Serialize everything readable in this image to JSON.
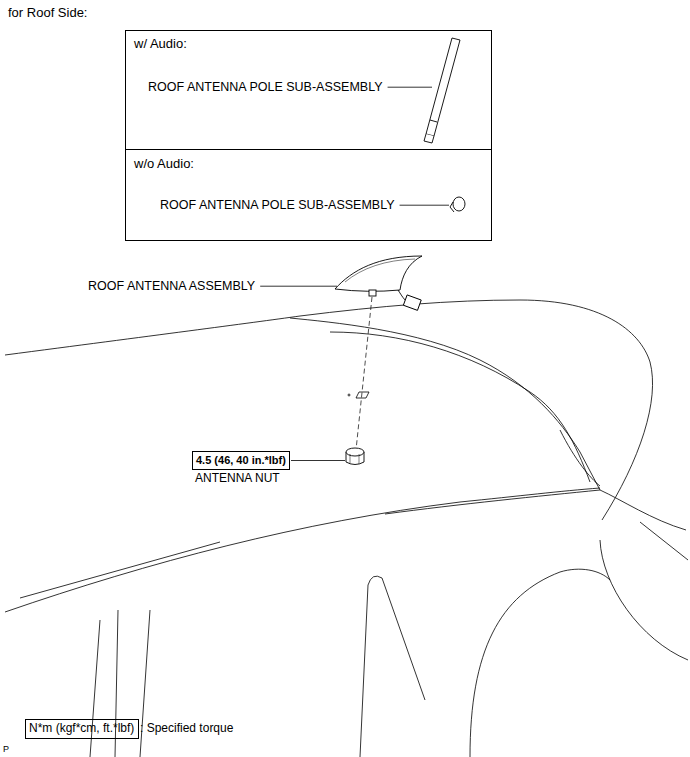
{
  "diagram": {
    "nodes": [
      {
        "text": [
          "w/ Audio:",
          "ROOF ANTENNA POLE SUB-ASSEMBLY"
        ]
      },
      {
        "text": [
          "w/o Audio:",
          "ROOF ANTENNA POLE SUB-ASSEMBLY"
        ]
      },
      {
        "text": [
          "4.5 (46, 40 in.*lbf)"
        ]
      },
      {
        "text": [
          "N*m (kgf*cm, ft.*lbf)",
          ": Specified torque"
        ]
      }
    ],
    "labels": [
      "for Roof Side:",
      "ROOF ANTENNA ASSEMBLY",
      "ANTENNA NUT",
      "P"
    ]
  }
}
